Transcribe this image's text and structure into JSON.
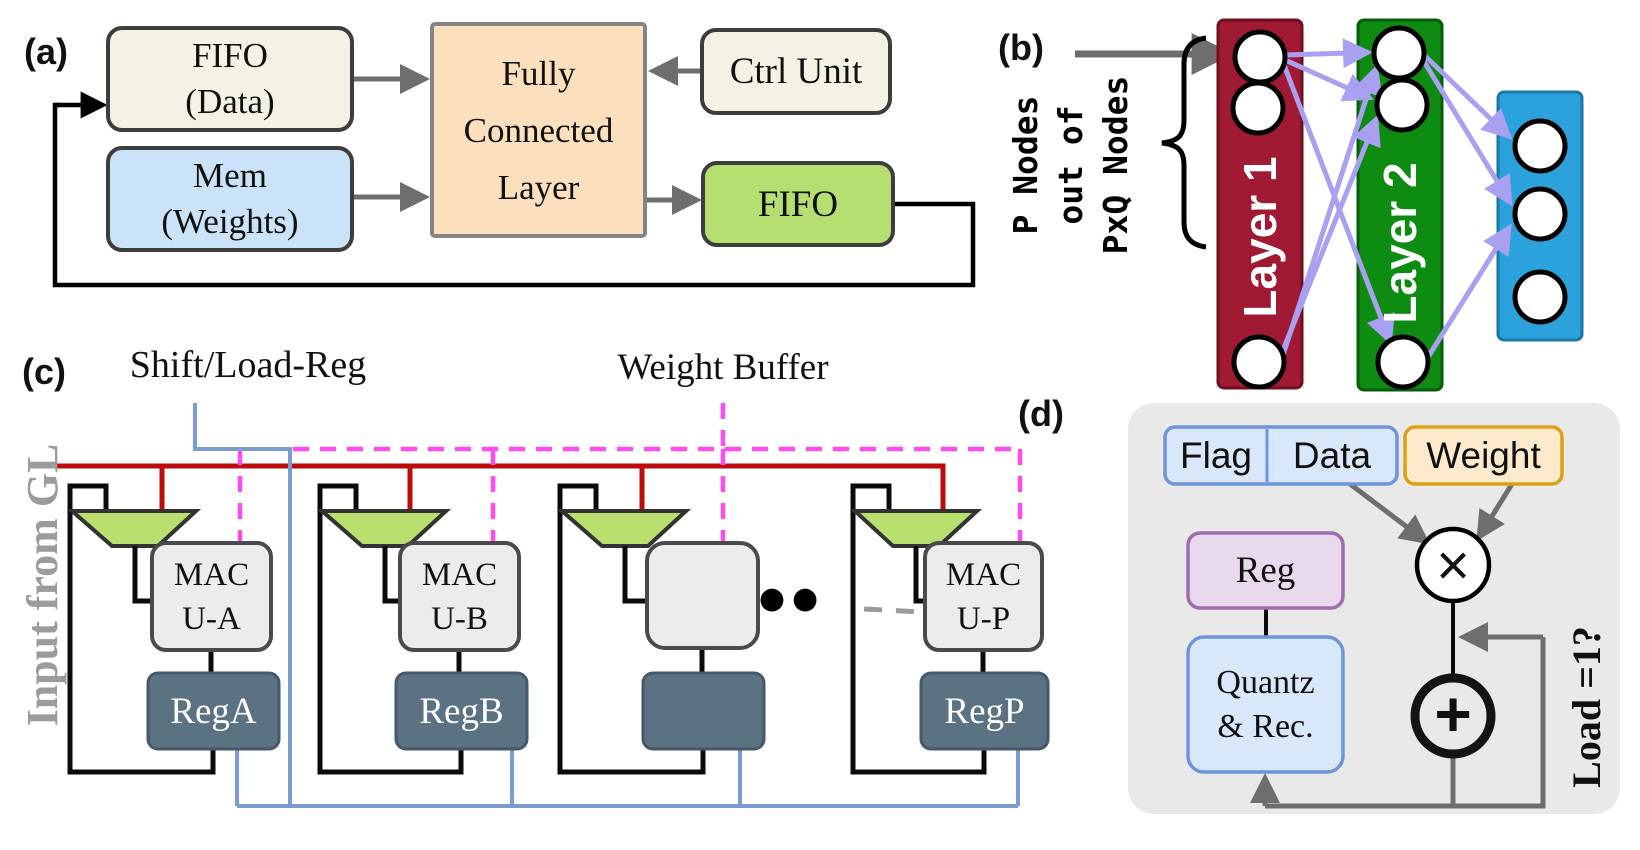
{
  "figure": {
    "panels": {
      "a": {
        "label": "(a)",
        "fifo_data_lines": [
          "FIFO",
          "(Data)"
        ],
        "mem_lines": [
          "Mem",
          "(Weights)"
        ],
        "fc_lines": [
          "Fully",
          "Connected",
          "Layer"
        ],
        "ctrl_unit": "Ctrl Unit",
        "fifo_out": "FIFO"
      },
      "b": {
        "label": "(b)",
        "note_lines": [
          "P Nodes",
          "out of",
          "PxQ Nodes"
        ],
        "layer1": "Layer 1",
        "layer2": "Layer 2"
      },
      "c": {
        "label": "(c)",
        "shift_load_reg": "Shift/Load-Reg",
        "weight_buffer": "Weight Buffer",
        "input_from_gl": "Input from GL",
        "mac_units": [
          [
            "MAC",
            "U-A"
          ],
          [
            "MAC",
            "U-B"
          ],
          null,
          [
            "MAC",
            "U-P"
          ]
        ],
        "regs": [
          "RegA",
          "RegB",
          null,
          "RegP"
        ],
        "ellipsis": "●●"
      },
      "d": {
        "label": "(d)",
        "flag": "Flag",
        "data": "Data",
        "weight": "Weight",
        "reg": "Reg",
        "quantz_lines": [
          "Quantz",
          "& Rec."
        ],
        "load_question": "Load =1?",
        "multiply_icon": "×",
        "add_icon": "+"
      }
    },
    "colors": {
      "red_bus": "#bb0b0b",
      "magenta": "#ff4cf0",
      "blue_wire": "#7b9cd0",
      "lavender": "#a9a0f1",
      "gray_wire": "#6e6e6e",
      "gray_text": "#9b9b9b",
      "dash_gray": "#9a9a9a",
      "layer1_fill": "#a11a33",
      "layer1_stroke": "#70101f",
      "layer2_fill": "#0e8c12",
      "layer2_stroke": "#075c0b",
      "layer3_fill": "#2ba2dc",
      "layer3_stroke": "#1878aa",
      "cream": "#f5f1e5",
      "lightblue": "#cae3f8",
      "peach": "#fcdfbd",
      "green_fifo": "#b6df72",
      "dark_border": "#3d3d3d",
      "fc_border": "#848484",
      "orange": "#f9c18c",
      "mauve": "#b1a5c0",
      "mac_fill": "#ececec",
      "mac_border": "#4a4a4a",
      "slate": "#5b7282",
      "slate_border": "#46586a",
      "trap": "#b9e06e",
      "trap_border": "#333333",
      "panel_bg": "#e9e9e9",
      "flagdata_fill": "#d9e7fb",
      "flagdata_border": "#6d95d8",
      "weight_fill": "#fdeacc",
      "weight_border": "#dba115",
      "regd_fill": "#e9d9ee",
      "regd_border": "#a06cb0"
    }
  }
}
